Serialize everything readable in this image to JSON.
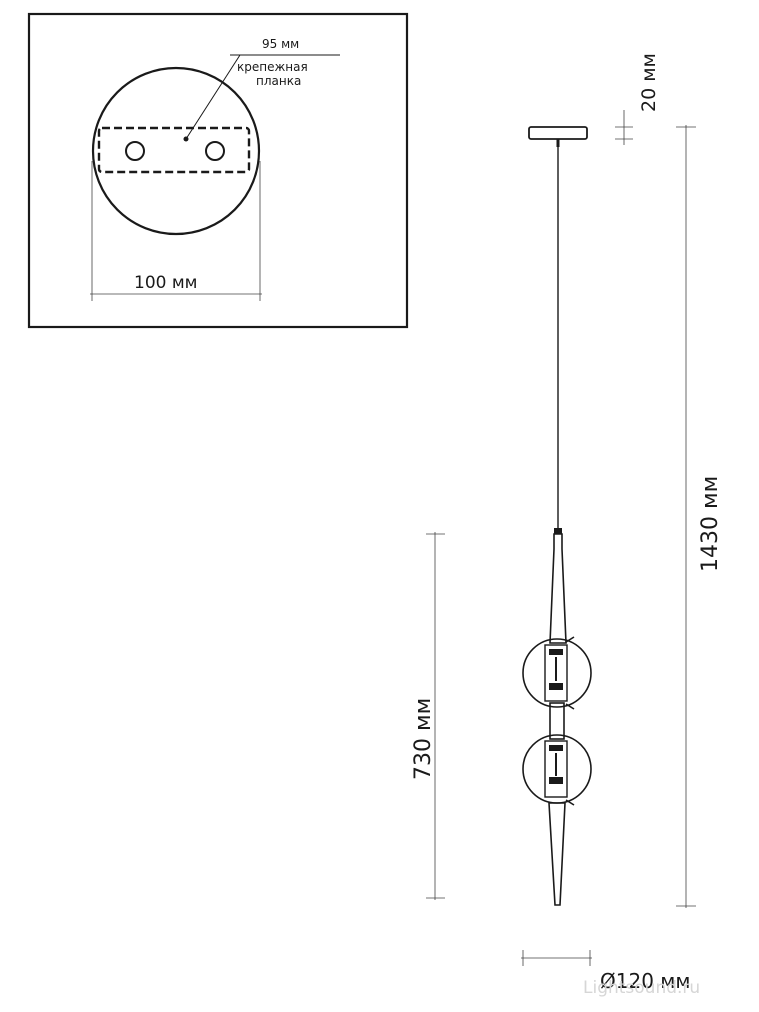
{
  "inset": {
    "plate_width_label": "95 мм",
    "plate_caption_line1": "крепежная",
    "plate_caption_line2": "планка",
    "canopy_diameter_label": "100 мм"
  },
  "dimensions": {
    "canopy_height_label": "20 мм",
    "total_height_label": "1430 мм",
    "body_height_label": "730 мм",
    "diameter_label": "Ø120 мм"
  },
  "watermark": {
    "text": "Lightsound.ru"
  },
  "colors": {
    "line": "#1a1a1a",
    "stroke_dim": "#444444"
  }
}
